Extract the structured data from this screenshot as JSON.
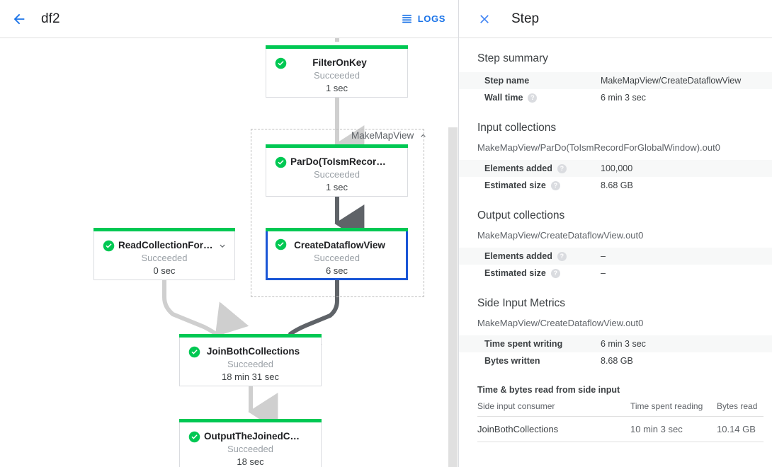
{
  "graph_toolbar": {
    "back_icon": "arrow-left-icon",
    "job_title": "df2",
    "logs_icon": "logs-icon",
    "logs_label": "LOGS"
  },
  "graph": {
    "group_label": "MakeMapView",
    "group_collapse_icon": "chevron-up-icon",
    "status_icon": "check-circle-icon",
    "nodes": [
      {
        "id": "FilterOnKey",
        "name": "FilterOnKey",
        "status": "Succeeded",
        "duration": "1 sec",
        "selected": false,
        "expandable": false
      },
      {
        "id": "ParDo",
        "name": "ParDo(ToIsmRecordFor…)",
        "status": "Succeeded",
        "duration": "1 sec",
        "selected": false,
        "expandable": false
      },
      {
        "id": "CreateDataflowView",
        "name": "CreateDataflowView",
        "status": "Succeeded",
        "duration": "6 sec",
        "selected": true,
        "expandable": false
      },
      {
        "id": "ReadCollectionForJoin",
        "name": "ReadCollectionForJoin",
        "status": "Succeeded",
        "duration": "0 sec",
        "selected": false,
        "expandable": true
      },
      {
        "id": "JoinBothCollections",
        "name": "JoinBothCollections",
        "status": "Succeeded",
        "duration": "18 min 31 sec",
        "selected": false,
        "expandable": false
      },
      {
        "id": "OutputTheJoined",
        "name": "OutputTheJoinedCollec…",
        "status": "Succeeded",
        "duration": "18 sec",
        "selected": false,
        "expandable": false
      }
    ]
  },
  "panel": {
    "close_icon": "close-icon",
    "title": "Step",
    "step_summary": {
      "heading": "Step summary",
      "rows": [
        {
          "key": "Step name",
          "value": "MakeMapView/CreateDataflowView",
          "help": false
        },
        {
          "key": "Wall time",
          "value": "6 min 3 sec",
          "help": true
        }
      ]
    },
    "input_collections": {
      "heading": "Input collections",
      "collection": "MakeMapView/ParDo(ToIsmRecordForGlobalWindow).out0",
      "rows": [
        {
          "key": "Elements added",
          "value": "100,000",
          "help": true
        },
        {
          "key": "Estimated size",
          "value": "8.68 GB",
          "help": true
        }
      ]
    },
    "output_collections": {
      "heading": "Output collections",
      "collection": "MakeMapView/CreateDataflowView.out0",
      "rows": [
        {
          "key": "Elements added",
          "value": "–",
          "help": true
        },
        {
          "key": "Estimated size",
          "value": "–",
          "help": true
        }
      ]
    },
    "side_input_metrics": {
      "heading": "Side Input Metrics",
      "collection": "MakeMapView/CreateDataflowView.out0",
      "rows": [
        {
          "key": "Time spent writing",
          "value": "6 min 3 sec",
          "help": false
        },
        {
          "key": "Bytes written",
          "value": "8.68 GB",
          "help": false
        }
      ]
    },
    "side_input_table": {
      "heading": "Time & bytes read from side input",
      "columns": [
        "Side input consumer",
        "Time spent reading",
        "Bytes read"
      ],
      "rows": [
        [
          "JoinBothCollections",
          "10 min 3 sec",
          "10.14 GB"
        ]
      ]
    }
  },
  "colors": {
    "accent_blue": "#1a73e8",
    "selected_border": "#1a56d6",
    "status_green": "#00c853",
    "muted_text": "#5f6368"
  }
}
